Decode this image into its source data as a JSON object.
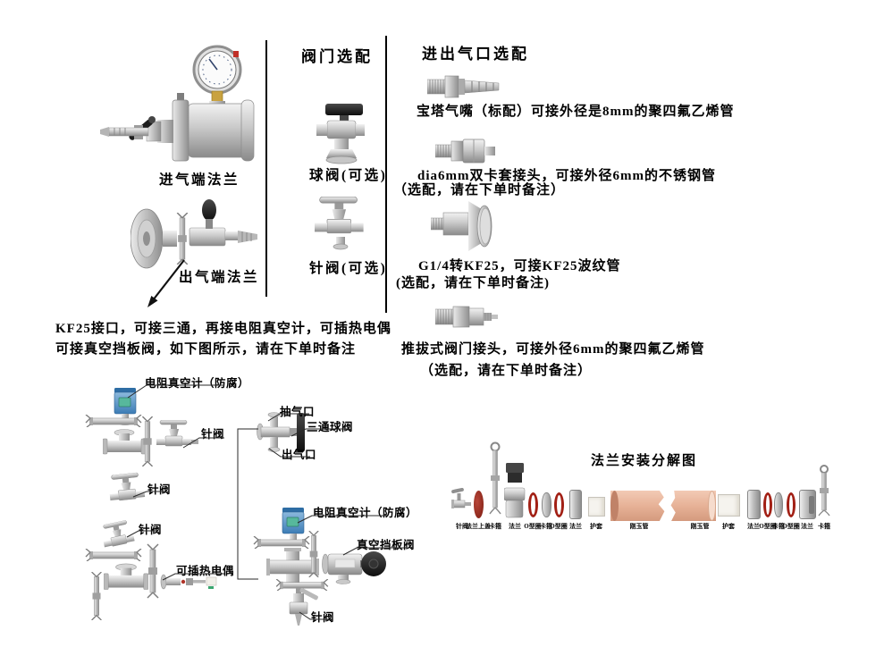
{
  "intake_section": {
    "intake_label": "进气端法兰",
    "outlet_label": "出气端法兰",
    "kf25_note_line1": "KF25接口，可接三通，再接电阻真空计，可插热电偶",
    "kf25_note_line2": "可接真空挡板阀，如下图所示，请在下单时备注"
  },
  "valve_options": {
    "header": "阀门选配",
    "ball_valve_label": "球阀(可选)",
    "needle_valve_label": "针阀(可选)"
  },
  "port_options": {
    "header": "进出气口选配",
    "item1_desc": "宝塔气嘴（标配）可接外径是8mm的聚四氟乙烯管",
    "item2_desc": "dia6mm双卡套接头，可接外径6mm的不锈钢管",
    "item2_note": "（选配，请在下单时备注）",
    "item3_desc": "G1/4转KF25，可接KF25波纹管",
    "item3_note": "(选配，请在下单时备注)",
    "item4_desc": "推拔式阀门接头，可接外径6mm的聚四氟乙烯管",
    "item4_note": "（选配，请在下单时备注）"
  },
  "left_assembly": {
    "gauge_label": "电阻真空计（防腐）",
    "needle_label_1": "针阀",
    "needle_label_2": "针阀",
    "needle_label_3": "针阀",
    "thermocouple_label": "可插热电偶"
  },
  "mid_assembly": {
    "pump_port_label": "抽气口",
    "three_way_label": "三通球阀",
    "out_port_label": "出气口",
    "gauge_label": "电阻真空计（防腐）",
    "flapper_label": "真空挡板阀",
    "needle_label": "针阀"
  },
  "exploded_view": {
    "title": "法兰安装分解图",
    "parts": [
      "针阀",
      "法兰上盖",
      "卡箍",
      "法兰",
      "O型圈",
      "卡箍",
      "O型圈",
      "法兰",
      "护套",
      "刚玉管",
      "刚玉管",
      "护套",
      "法兰",
      "O型圈",
      "卡箍",
      "O型圈",
      "法兰",
      "卡箍"
    ]
  },
  "colors": {
    "accent_red": "#a22015",
    "tube_pink": "#e7b297",
    "gauge_blue": "#4a86bd",
    "screen_green": "#57b89c"
  }
}
